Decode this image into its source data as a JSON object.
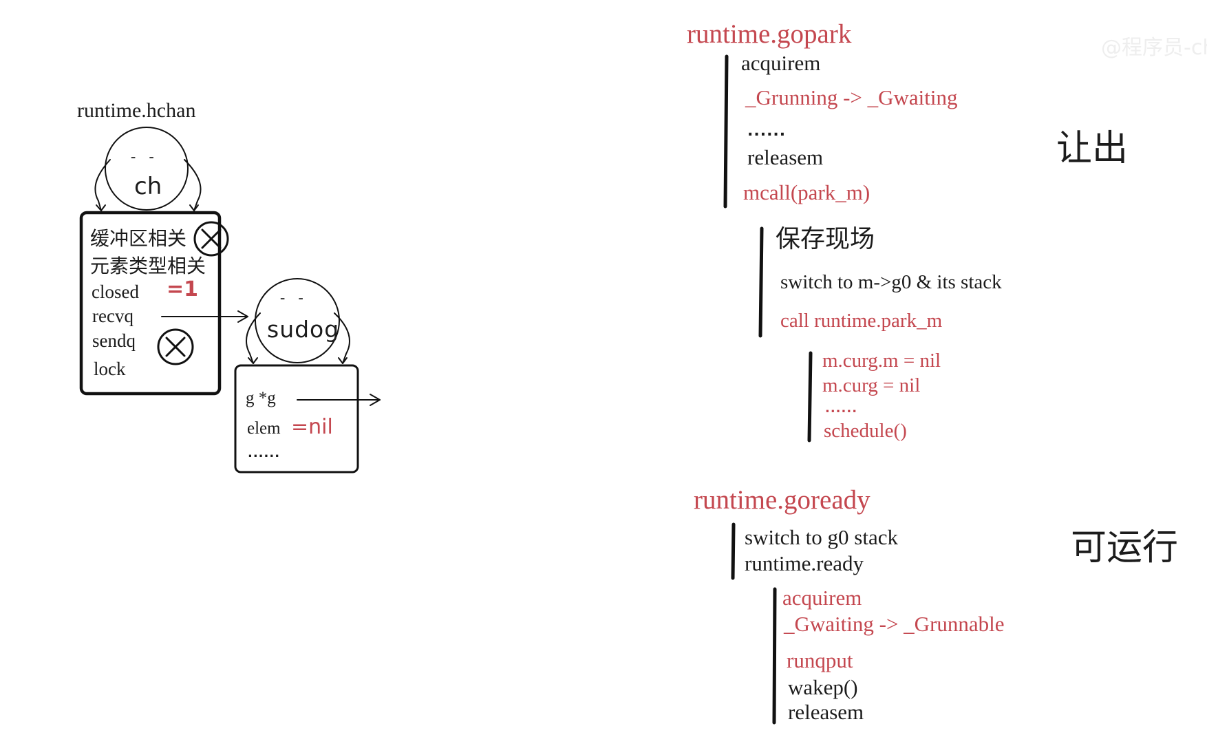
{
  "left": {
    "hchan_title": "runtime.hchan",
    "ch_label": "ch",
    "ch_eyes": "- -",
    "hchan_fields": {
      "buffer": "缓冲区相关",
      "elemtype": "元素类型相关",
      "closed": "closed",
      "closed_value": "=1",
      "recvq": "recvq",
      "sendq": "sendq",
      "lock": "lock"
    },
    "sudog_label": "sudog",
    "sudog_eyes": "- -",
    "sudog_fields": {
      "g": "g *g",
      "elem": "elem",
      "elem_value": "=nil",
      "dots": "......"
    }
  },
  "right": {
    "gopark": {
      "title": "runtime.gopark",
      "acquirem": "acquirem",
      "transition": "_Grunning -> _Gwaiting",
      "dots": "......",
      "releasem": "releasem",
      "mcall": "mcall(park_m)",
      "side_label": "让出"
    },
    "park_m": {
      "save": "保存现场",
      "switch": "switch to m->g0 & its stack",
      "call": "call runtime.park_m",
      "curg_m": "m.curg.m = nil",
      "curg": "m.curg = nil",
      "dots": "......",
      "schedule": "schedule()"
    },
    "goready": {
      "title": "runtime.goready",
      "switch": "switch to g0 stack",
      "ready": "runtime.ready",
      "acquirem": "acquirem",
      "transition": "_Gwaiting -> _Grunnable",
      "runqput": "runqput",
      "wakep": "wakep()",
      "releasem": "releasem",
      "side_label": "可运行"
    },
    "watermark": "@程序员-ch"
  },
  "colors": {
    "red_accent": "#c4474f",
    "ink": "#1c1c1c",
    "background": "#ffffff"
  },
  "icons": [
    "circled-x-icon",
    "arrow-icon",
    "character-head-icon"
  ]
}
